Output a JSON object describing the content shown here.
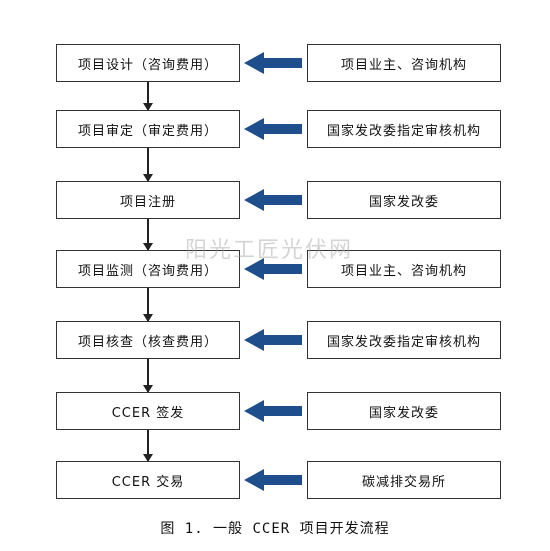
{
  "flow": {
    "steps": [
      {
        "label": "项目设计（咨询费用）",
        "source": "项目业主、咨询机构"
      },
      {
        "label": "项目审定（审定费用）",
        "source": "国家发改委指定审核机构"
      },
      {
        "label": "项目注册",
        "source": "国家发改委"
      },
      {
        "label": "项目监测（咨询费用）",
        "source": "项目业主、咨询机构"
      },
      {
        "label": "项目核查（核查费用）",
        "source": "国家发改委指定审核机构"
      },
      {
        "label": "CCER 签发",
        "source": "国家发改委"
      },
      {
        "label": "CCER 交易",
        "source": "碳减排交易所"
      }
    ]
  },
  "watermark": "阳光工匠光伏网",
  "caption": "图 1.  一般 CCER 项目开发流程",
  "colors": {
    "arrow": "#1f4e8c",
    "border": "#333333",
    "connector": "#222222"
  }
}
